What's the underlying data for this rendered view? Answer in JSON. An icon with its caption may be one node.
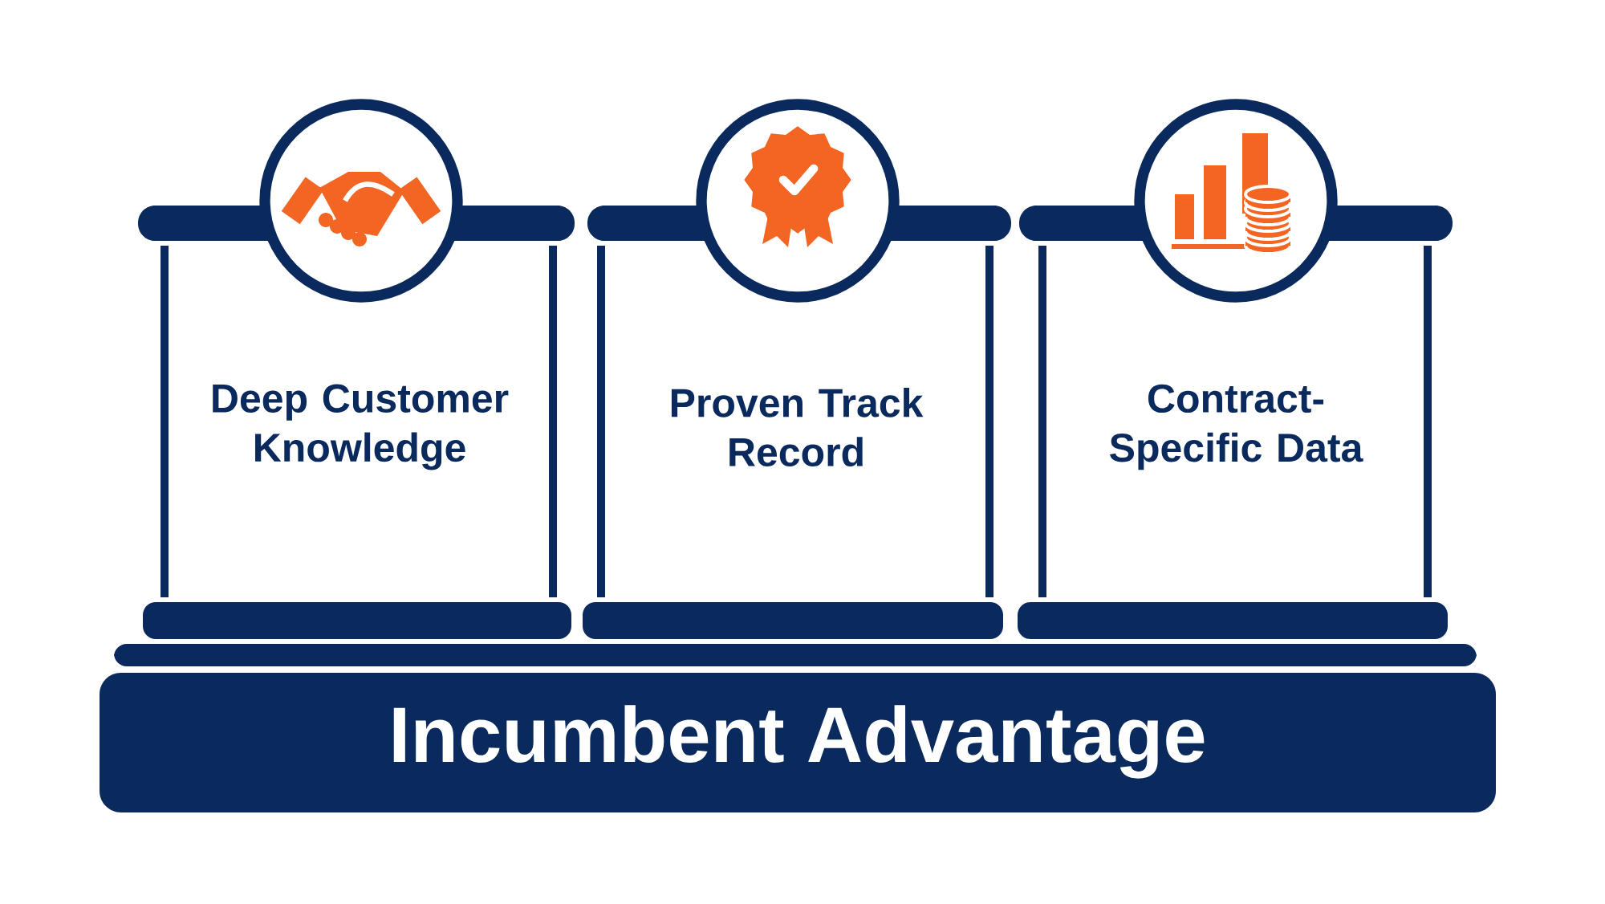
{
  "diagram": {
    "nodes": [
      {
        "text": [
          "Deep Customer Knowledge"
        ]
      },
      {
        "text": [
          "Proven Track Record"
        ]
      },
      {
        "text": [
          "Contract-Specific Data"
        ]
      },
      {
        "text": [
          "Incumbent Advantage"
        ]
      }
    ]
  }
}
